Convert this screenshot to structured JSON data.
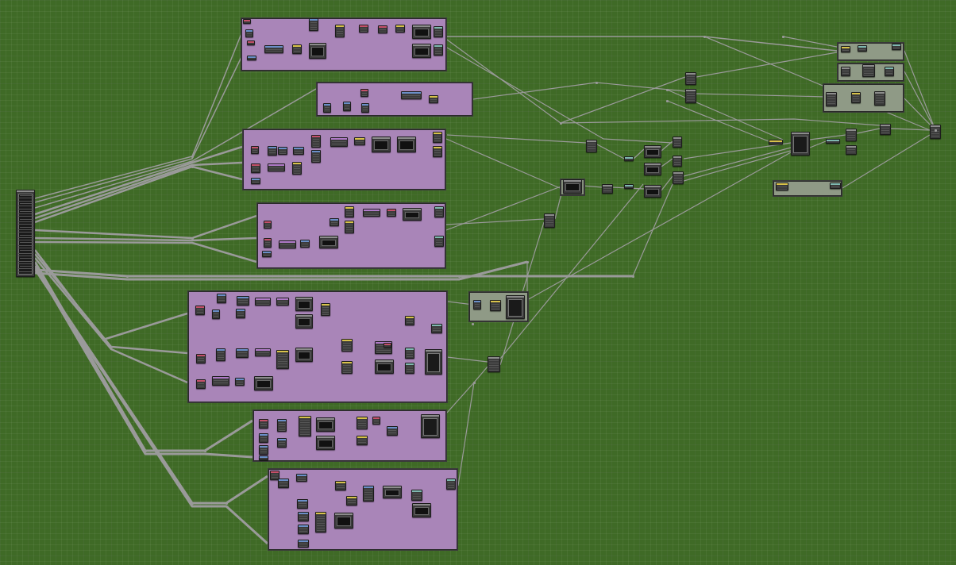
{
  "app": {
    "view": "node-editor-canvas"
  },
  "theme": {
    "canvas_bg": "#3f6a26",
    "frame_purple": "#a985b8",
    "frame_grey": "#8f9a86",
    "wire": "#9a9a9a",
    "node_bg": "#3b3b3b",
    "header_colors": [
      "#c4506a",
      "#6a8fc8",
      "#d8c24a",
      "#7fb8b0",
      "#b07ac8",
      "#8c8c8c"
    ]
  },
  "canvas": {
    "frames": [
      {
        "id": "frame-1",
        "color": "purple"
      },
      {
        "id": "frame-2",
        "color": "purple"
      },
      {
        "id": "frame-3",
        "color": "purple"
      },
      {
        "id": "frame-4",
        "color": "purple"
      },
      {
        "id": "frame-5",
        "color": "purple"
      },
      {
        "id": "frame-6",
        "color": "purple"
      },
      {
        "id": "frame-7",
        "color": "purple"
      },
      {
        "id": "frame-output-1",
        "color": "grey"
      },
      {
        "id": "frame-output-2",
        "color": "grey"
      },
      {
        "id": "frame-output-3",
        "color": "grey"
      },
      {
        "id": "frame-mid",
        "color": "grey"
      },
      {
        "id": "frame-right-bar",
        "color": "grey"
      },
      {
        "id": "frame-mix",
        "color": "grey"
      }
    ]
  }
}
